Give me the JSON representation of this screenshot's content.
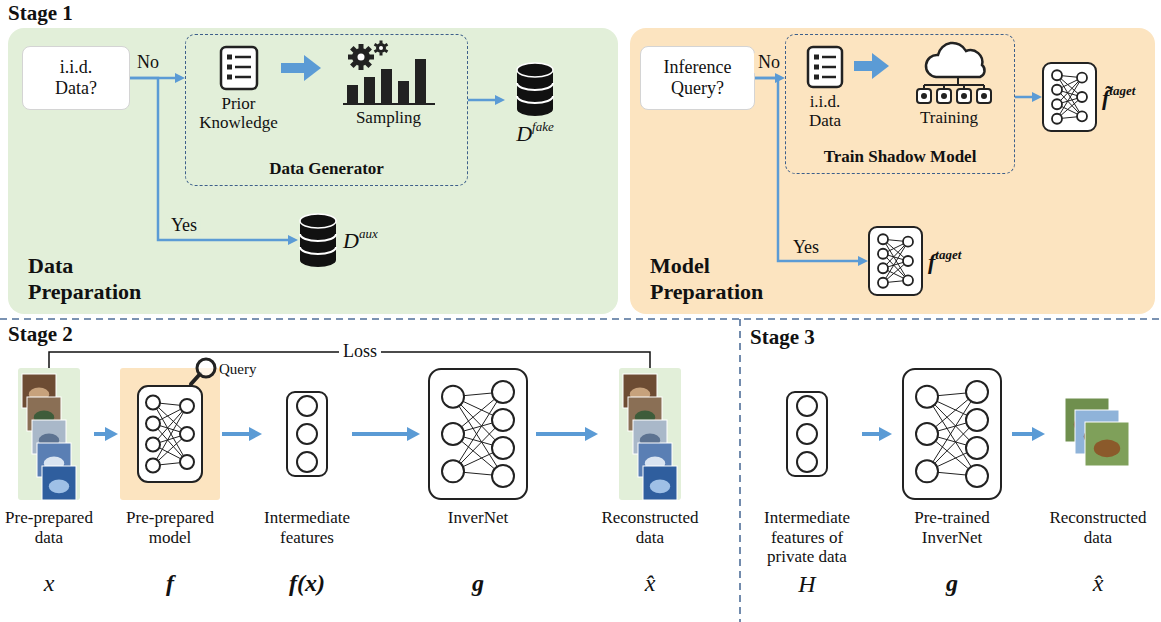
{
  "diagram": {
    "nodes": [
      {
        "text": [
          "Data Preparation"
        ]
      },
      {
        "text": [
          "i.i.d. Data?"
        ],
        "in": 0
      },
      {
        "text": [
          "Data Generator"
        ],
        "in": 0
      },
      {
        "text": [
          "Prior Knowledge"
        ],
        "in": 2
      },
      {
        "text": [
          "Sampling"
        ],
        "in": 2
      },
      {
        "text": [
          "D",
          "fake"
        ],
        "in": 0
      },
      {
        "text": [
          "D",
          "aux"
        ],
        "in": 0
      },
      {
        "text": [
          "Model Preparation"
        ]
      },
      {
        "text": [
          "Inference Query?"
        ],
        "in": 7
      },
      {
        "text": [
          "Train Shadow Model"
        ],
        "in": 7
      },
      {
        "text": [
          "i.i.d. Data"
        ],
        "in": 9
      },
      {
        "text": [
          "Training"
        ],
        "in": 9
      },
      {
        "text": [
          "f̃",
          "taget"
        ],
        "in": 7
      },
      {
        "text": [
          "f",
          "taget"
        ],
        "in": 7
      },
      {
        "text": [
          "Pre-prepared data",
          "x"
        ]
      },
      {
        "text": [
          "Pre-prepared model",
          "f"
        ]
      },
      {
        "text": [
          "Intermediate features",
          "f(x)"
        ]
      },
      {
        "text": [
          "InverNet",
          "g"
        ]
      },
      {
        "text": [
          "Reconstructed data",
          "x̂"
        ]
      },
      {
        "text": [
          "Intermediate features of private data",
          "H"
        ]
      },
      {
        "text": [
          "Pre-trained InverNet",
          "g"
        ]
      },
      {
        "text": [
          "Reconstructed data",
          "x̂"
        ]
      }
    ],
    "edges": [
      {
        "from": 1,
        "to": 2,
        "label": "No",
        "arrow": "to"
      },
      {
        "from": 1,
        "to": 6,
        "label": "Yes",
        "arrow": "to"
      },
      {
        "from": 3,
        "to": 4,
        "arrow": "to"
      },
      {
        "from": 2,
        "to": 5,
        "arrow": "to"
      },
      {
        "from": 8,
        "to": 9,
        "label": "No",
        "arrow": "to"
      },
      {
        "from": 8,
        "to": 13,
        "label": "Yes",
        "arrow": "to"
      },
      {
        "from": 10,
        "to": 11,
        "arrow": "to"
      },
      {
        "from": 9,
        "to": 12,
        "arrow": "to"
      },
      {
        "from": 14,
        "to": 15,
        "arrow": "to"
      },
      {
        "from": 15,
        "to": 16,
        "arrow": "to"
      },
      {
        "from": 16,
        "to": 17,
        "arrow": "to"
      },
      {
        "from": 17,
        "to": 18,
        "arrow": "to"
      },
      {
        "from": 14,
        "to": 18,
        "label": "Loss",
        "arrow": "none"
      },
      {
        "from": 19,
        "to": 20,
        "arrow": "to"
      },
      {
        "from": 20,
        "to": 21,
        "arrow": "to"
      }
    ],
    "labels": [
      "Stage 1",
      "Stage 2",
      "Stage 3",
      "Query"
    ]
  }
}
